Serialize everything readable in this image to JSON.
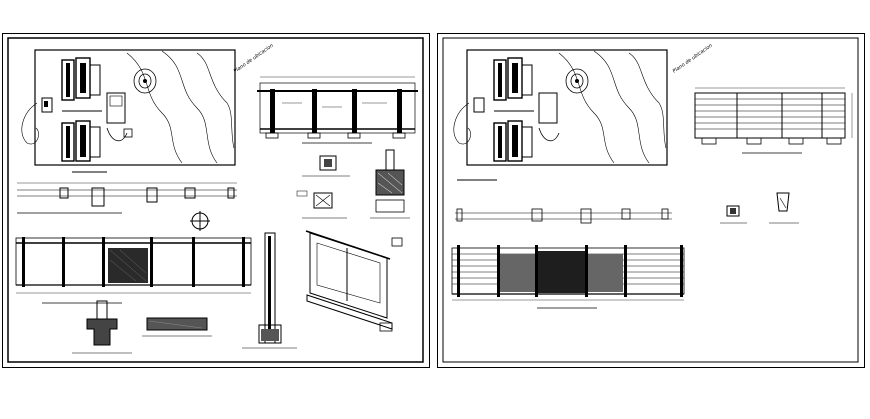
{
  "sheets": [
    {
      "name": "sheet-left",
      "north_label": "Plano de ubicacion"
    },
    {
      "name": "sheet-right",
      "north_label": "Plano de ubicacion"
    }
  ]
}
